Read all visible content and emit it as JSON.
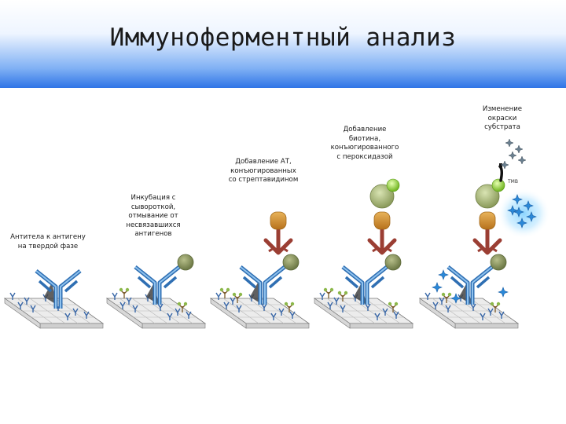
{
  "title": "Иммуноферментный анализ",
  "steps": [
    {
      "caption": [
        "Антитела к антигену",
        "на твердой фазе"
      ]
    },
    {
      "caption": [
        "Инкубация с",
        "сывороткой,",
        "отмывание от",
        "несвязавшихся",
        "антигенов"
      ]
    },
    {
      "caption": [
        "Добавление АТ,",
        "конъюгированных",
        "со стрептавидином"
      ]
    },
    {
      "caption": [
        "Добавление",
        "биотина,",
        "конъюгированного",
        "с пероксидазой"
      ]
    },
    {
      "caption": [
        "Изменение",
        "окраски",
        "субстрата"
      ]
    }
  ],
  "substrate_label": "TMB",
  "colors": {
    "antibody_blue": "#4a8fd0",
    "antigen_olive": "#7d8a4c",
    "conjugate_orange": "#c98a2a",
    "conjugate_red": "#a64a3a",
    "biotin_green": "#8ccf3a",
    "product_blue": "#2a88d8"
  }
}
